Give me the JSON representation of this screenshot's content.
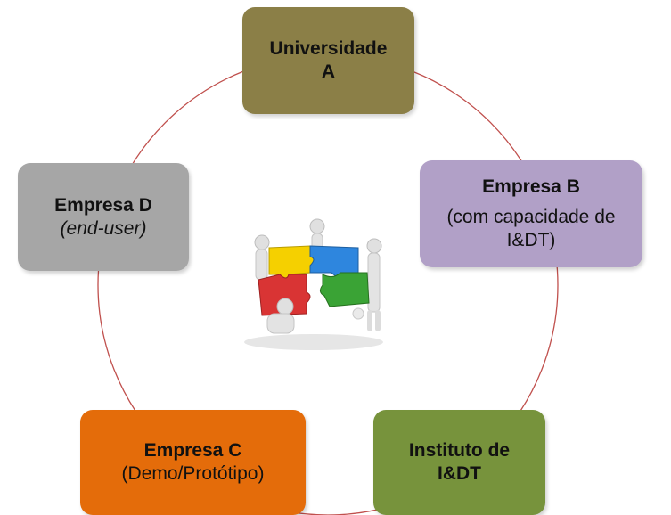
{
  "nodes": {
    "a": {
      "title": "Universidade",
      "subtitle": "A",
      "color": "#8b7f47"
    },
    "b": {
      "title": "Empresa B",
      "subtitle": "(com capacidade de I&DT)",
      "color": "#b1a0c7"
    },
    "c": {
      "title": "Empresa C",
      "subtitle": "(Demo/Protótipo)",
      "color": "#e46c0a"
    },
    "d": {
      "title": "Empresa D",
      "subtitle": "(end-user)",
      "color": "#a6a6a6"
    },
    "e": {
      "title": "Instituto de",
      "subtitle": "I&DT",
      "color": "#77933c"
    }
  },
  "connector_color": "#c0504d",
  "center_image": {
    "icon": "puzzle-team-icon",
    "piece_colors": [
      "#f5d000",
      "#2e86de",
      "#d93434",
      "#3aa335"
    ]
  }
}
